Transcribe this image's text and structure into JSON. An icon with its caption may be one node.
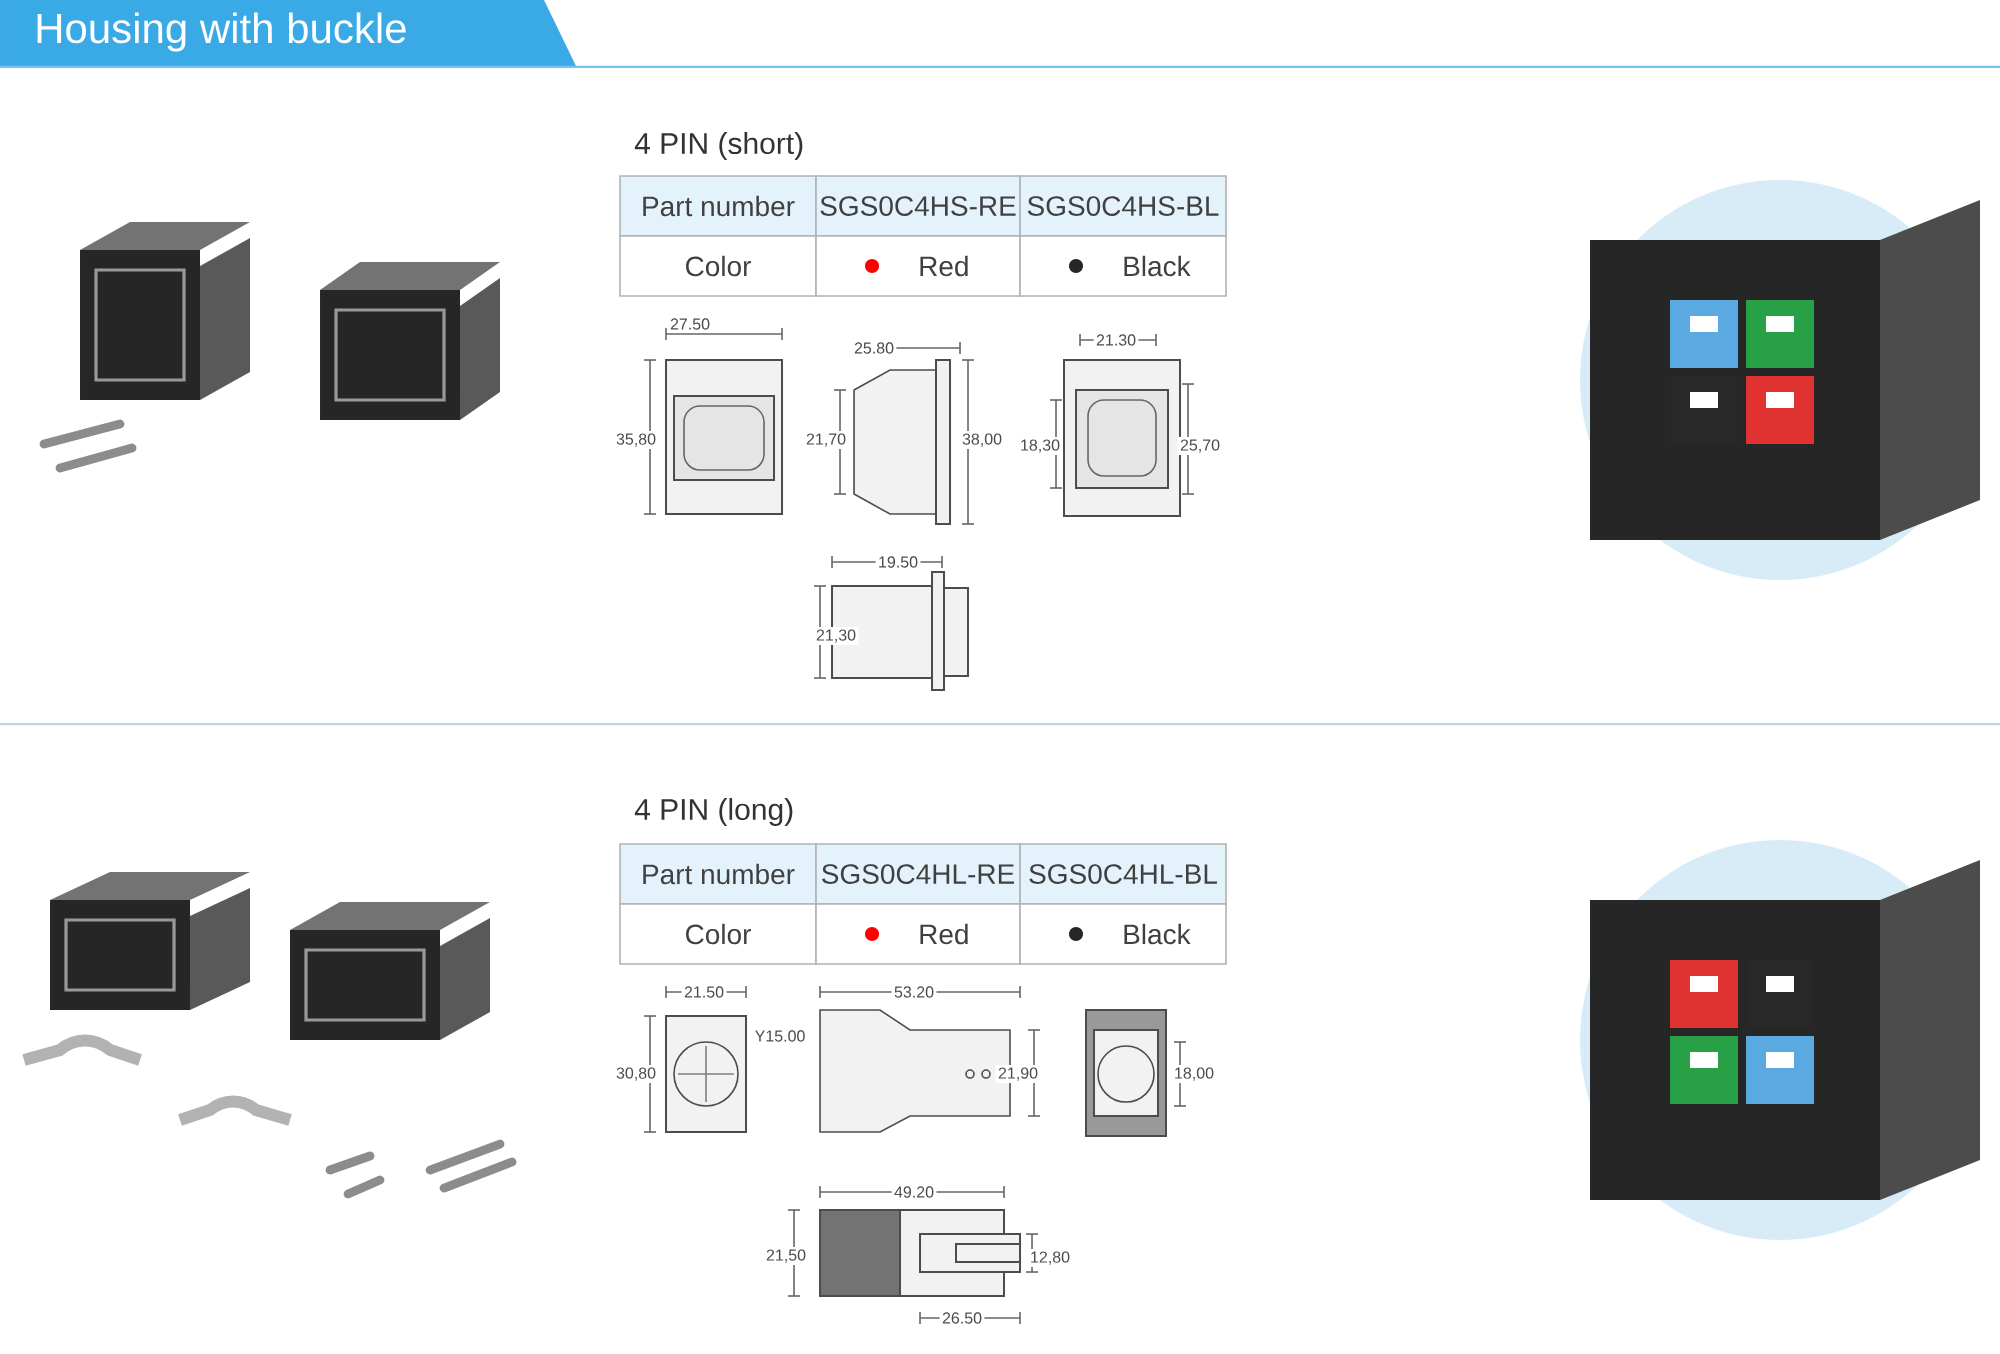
{
  "diagram": {
    "title": "Housing with buckle",
    "labels": [
      "4 PIN (short)",
      "Part number",
      "SGS0C4HS-RE",
      "SGS0C4HS-BL",
      "Color",
      "Red",
      "Black",
      "27.50",
      "25.80",
      "21.30",
      "35,80",
      "21,70",
      "38,00",
      "18,30",
      "25,70",
      "19.50",
      "21,30",
      "4 PIN (long)",
      "Part number",
      "SGS0C4HL-RE",
      "SGS0C4HL-BL",
      "Color",
      "Red",
      "Black",
      "21.50",
      "53.20",
      "Y15.00",
      "30,80",
      "21,90",
      "18,00",
      "49.20",
      "21,50",
      "12,80",
      "26.50"
    ]
  }
}
